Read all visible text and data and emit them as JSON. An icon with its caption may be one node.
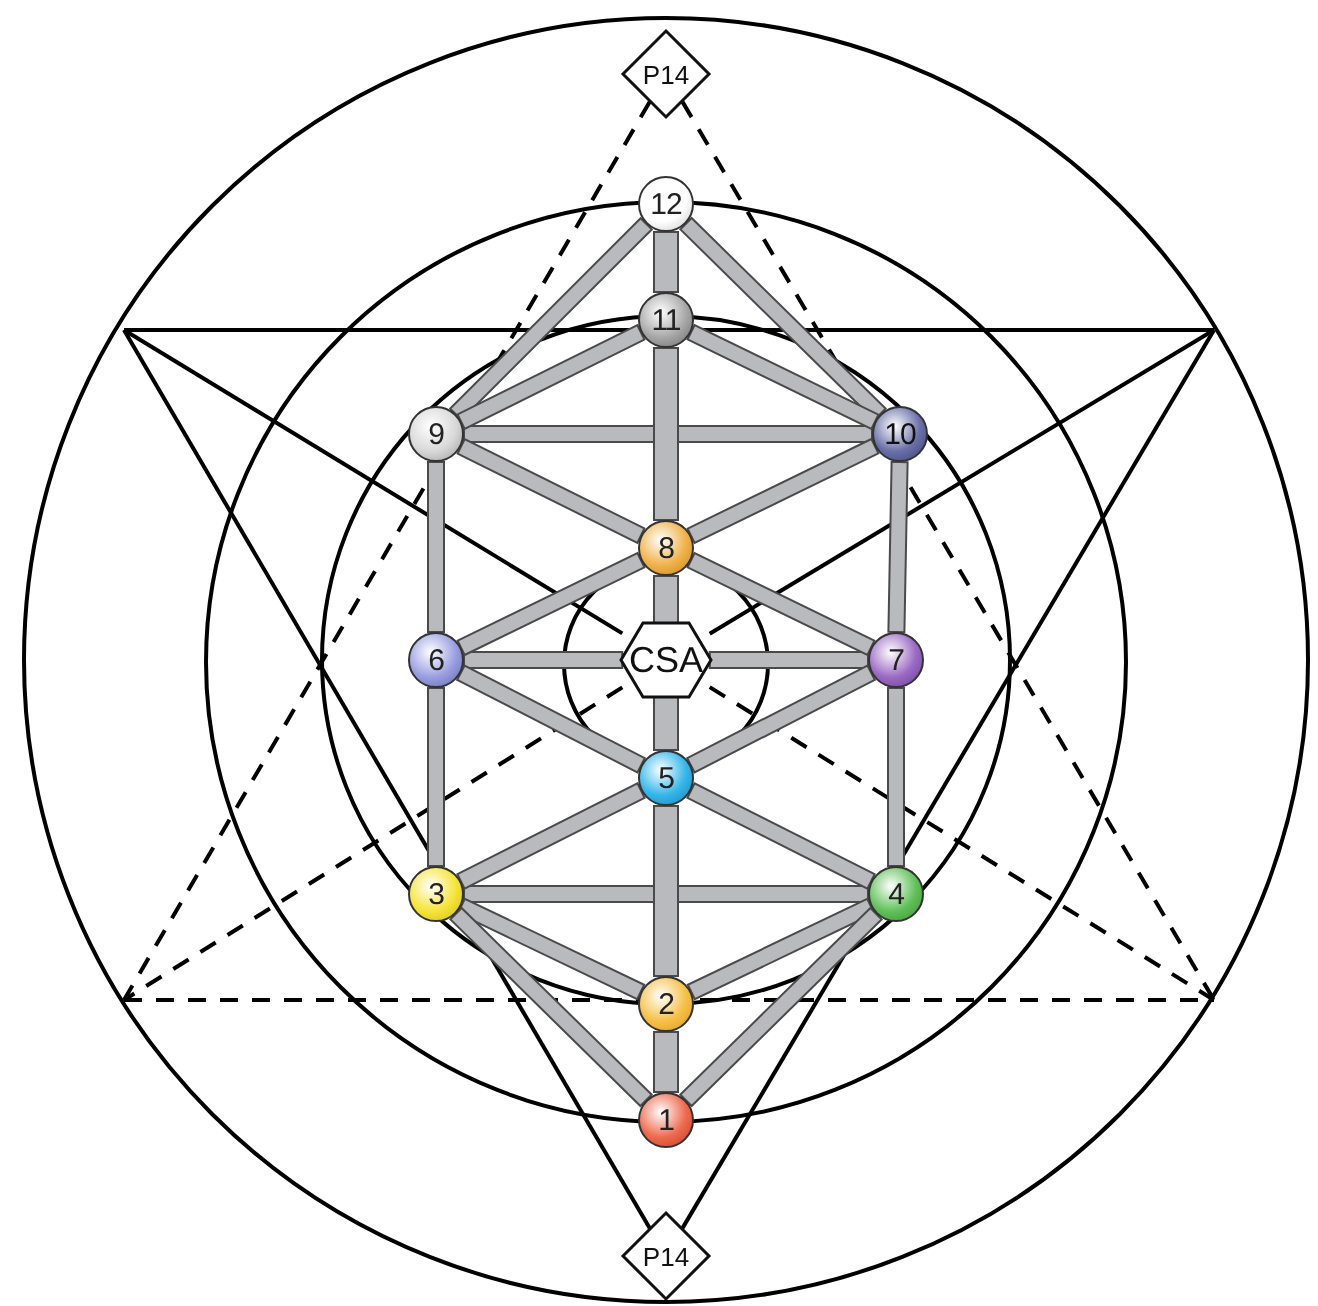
{
  "diagram": {
    "nodes": [
      {
        "text": [
          "P14"
        ]
      },
      {
        "text": [
          "12"
        ]
      },
      {
        "text": [
          "11"
        ]
      },
      {
        "text": [
          "9"
        ]
      },
      {
        "text": [
          "10"
        ]
      },
      {
        "text": [
          "8"
        ]
      },
      {
        "text": [
          "6"
        ]
      },
      {
        "text": [
          "CSA"
        ]
      },
      {
        "text": [
          "7"
        ]
      },
      {
        "text": [
          "5"
        ]
      },
      {
        "text": [
          "3"
        ]
      },
      {
        "text": [
          "4"
        ]
      },
      {
        "text": [
          "2"
        ]
      },
      {
        "text": [
          "1"
        ]
      },
      {
        "text": [
          "P14"
        ]
      }
    ],
    "edges": [
      {
        "from": 1,
        "to": 2,
        "arrow": "none"
      },
      {
        "from": 2,
        "to": 5,
        "arrow": "none"
      },
      {
        "from": 5,
        "to": 7,
        "arrow": "none"
      },
      {
        "from": 7,
        "to": 9,
        "arrow": "none"
      },
      {
        "from": 9,
        "to": 12,
        "arrow": "none"
      },
      {
        "from": 12,
        "to": 13,
        "arrow": "none"
      },
      {
        "from": 3,
        "to": 6,
        "arrow": "none"
      },
      {
        "from": 6,
        "to": 10,
        "arrow": "none"
      },
      {
        "from": 4,
        "to": 8,
        "arrow": "none"
      },
      {
        "from": 8,
        "to": 11,
        "arrow": "none"
      },
      {
        "from": 3,
        "to": 4,
        "arrow": "none"
      },
      {
        "from": 6,
        "to": 7,
        "arrow": "none"
      },
      {
        "from": 7,
        "to": 8,
        "arrow": "none"
      },
      {
        "from": 10,
        "to": 11,
        "arrow": "none"
      },
      {
        "from": 1,
        "to": 3,
        "arrow": "none"
      },
      {
        "from": 1,
        "to": 4,
        "arrow": "none"
      },
      {
        "from": 2,
        "to": 3,
        "arrow": "none"
      },
      {
        "from": 2,
        "to": 4,
        "arrow": "none"
      },
      {
        "from": 3,
        "to": 5,
        "arrow": "none"
      },
      {
        "from": 4,
        "to": 5,
        "arrow": "none"
      },
      {
        "from": 6,
        "to": 5,
        "arrow": "none"
      },
      {
        "from": 8,
        "to": 5,
        "arrow": "none"
      },
      {
        "from": 6,
        "to": 9,
        "arrow": "none"
      },
      {
        "from": 8,
        "to": 9,
        "arrow": "none"
      },
      {
        "from": 10,
        "to": 9,
        "arrow": "none"
      },
      {
        "from": 11,
        "to": 9,
        "arrow": "none"
      },
      {
        "from": 10,
        "to": 12,
        "arrow": "none"
      },
      {
        "from": 11,
        "to": 12,
        "arrow": "none"
      },
      {
        "from": 10,
        "to": 13,
        "arrow": "none"
      },
      {
        "from": 11,
        "to": 13,
        "arrow": "none"
      },
      {
        "from": 0,
        "to": null,
        "arrow": "none",
        "style": "dashed",
        "color": "#000000"
      },
      {
        "from": 0,
        "to": null,
        "arrow": "none",
        "style": "dashed",
        "color": "#000000"
      },
      {
        "from": 14,
        "to": null,
        "arrow": "none",
        "color": "#000000"
      },
      {
        "from": 14,
        "to": null,
        "arrow": "none",
        "color": "#000000"
      },
      {
        "from": 7,
        "to": null,
        "arrow": "none",
        "color": "#000000"
      },
      {
        "from": 7,
        "to": null,
        "arrow": "none",
        "color": "#000000"
      },
      {
        "from": 7,
        "to": null,
        "arrow": "none",
        "style": "dashed",
        "color": "#000000"
      },
      {
        "from": 7,
        "to": null,
        "arrow": "none",
        "style": "dashed",
        "color": "#000000"
      }
    ]
  }
}
